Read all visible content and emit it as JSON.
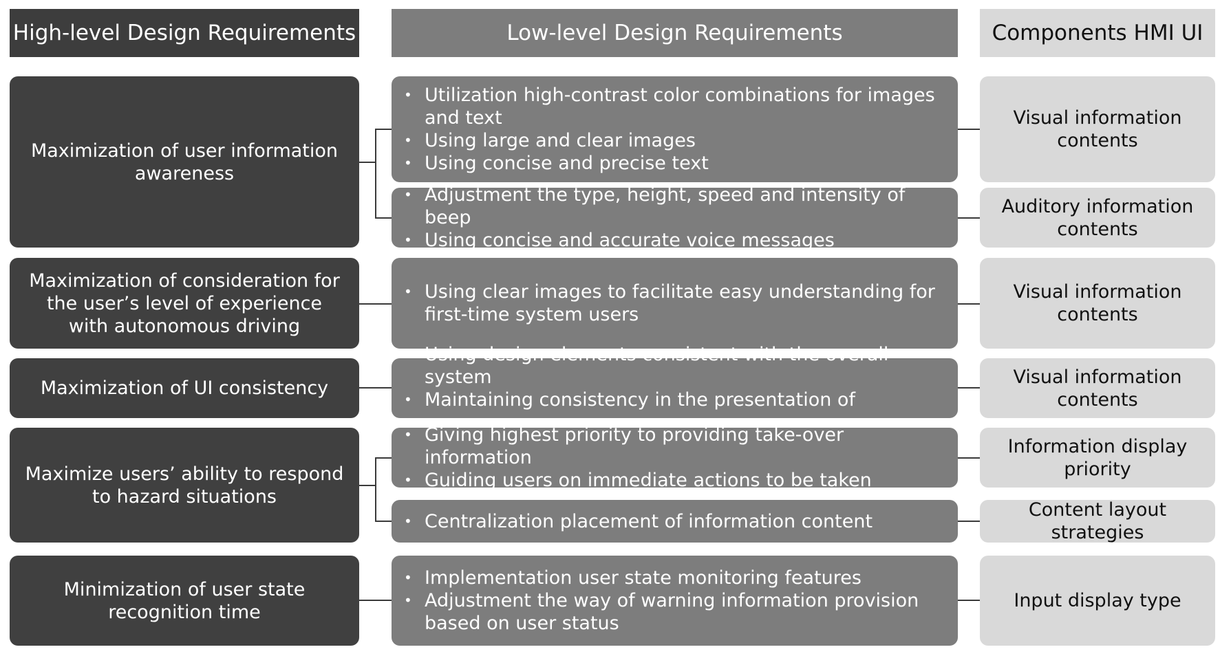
{
  "headers": {
    "high": "High-level Design Requirements",
    "low": "Low-level Design Requirements",
    "components": "Components  HMI UI"
  },
  "high_level": [
    "Maximization of user information awareness",
    "Maximization of consideration for the user’s level of experience with autonomous driving",
    "Maximization of UI consistency",
    "Maximize users’ ability to respond to hazard situations",
    "Minimization of user state recognition time"
  ],
  "low_level": [
    [
      "Utilization high-contrast color combinations for images and text",
      "Using large and clear images",
      "Using concise and precise text"
    ],
    [
      "Adjustment the type, height, speed and intensity of beep",
      "Using concise and accurate voice messages"
    ],
    [
      "Using clear images to facilitate easy understanding for first-time system users"
    ],
    [
      "Using design elements consistent with the overall system",
      "Maintaining consistency in the presentation of messages"
    ],
    [
      "Giving highest priority to providing take-over information",
      "Guiding users on immediate actions to be taken"
    ],
    [
      "Centralization placement of information content"
    ],
    [
      "Implementation user state monitoring features",
      "Adjustment the way of warning information provision based on user status"
    ]
  ],
  "components": [
    "Visual information contents",
    "Auditory information contents",
    "Visual information contents",
    "Visual information contents",
    "Information display priority",
    "Content layout strategies",
    "Input display type"
  ],
  "colors": {
    "high_fill": "#404040",
    "low_fill": "#7d7d7d",
    "component_fill": "#d9d9d9",
    "connector": "#3a3a3a"
  }
}
